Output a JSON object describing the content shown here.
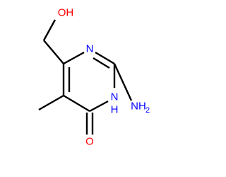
{
  "molecule": {
    "atoms": {
      "hydroxyl": "OH",
      "ring_n_top": "N",
      "amino_n": "NH",
      "amino_h_count": "2",
      "ring_nh_n": "N",
      "ring_nh_h": "H",
      "carbonyl_o": "O"
    },
    "colors": {
      "bond": "#000000",
      "oxygen": "#ff0000",
      "nitrogen": "#0000ff",
      "background": "#ffffff"
    }
  }
}
